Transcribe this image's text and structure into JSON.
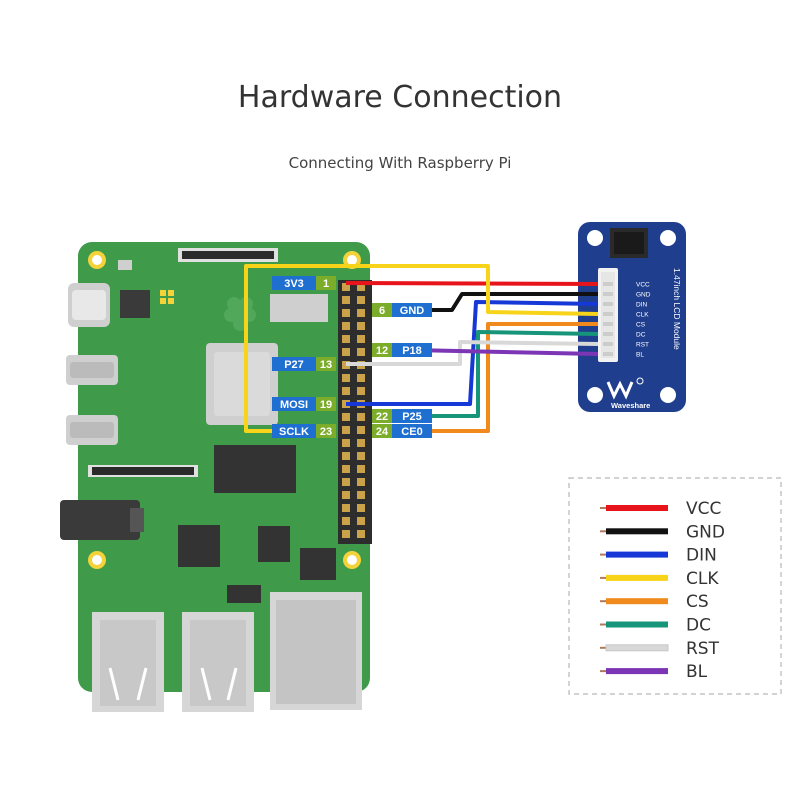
{
  "header": {
    "title": "Hardware Connection",
    "subtitle": "Connecting With Raspberry Pi"
  },
  "pi_pins": [
    {
      "label": "3V3",
      "pin": "1"
    },
    {
      "label": "GND",
      "pin": "6"
    },
    {
      "label": "P18",
      "pin": "12"
    },
    {
      "label": "P27",
      "pin": "13"
    },
    {
      "label": "MOSI",
      "pin": "19"
    },
    {
      "label": "P25",
      "pin": "22"
    },
    {
      "label": "CE0",
      "pin": "24"
    },
    {
      "label": "SCLK",
      "pin": "23"
    }
  ],
  "module": {
    "title": "1.47inch LCD Module",
    "brand": "Waveshare",
    "pins": [
      "VCC",
      "GND",
      "DIN",
      "CLK",
      "CS",
      "DC",
      "RST",
      "BL"
    ]
  },
  "legend": [
    {
      "label": "VCC",
      "color": "#e8141c"
    },
    {
      "label": "GND",
      "color": "#111111"
    },
    {
      "label": "DIN",
      "color": "#1538d6"
    },
    {
      "label": "CLK",
      "color": "#f7d31a"
    },
    {
      "label": "CS",
      "color": "#f08a1c"
    },
    {
      "label": "DC",
      "color": "#16957a"
    },
    {
      "label": "RST",
      "color": "#d8d8d8"
    },
    {
      "label": "BL",
      "color": "#7b35b5"
    }
  ]
}
